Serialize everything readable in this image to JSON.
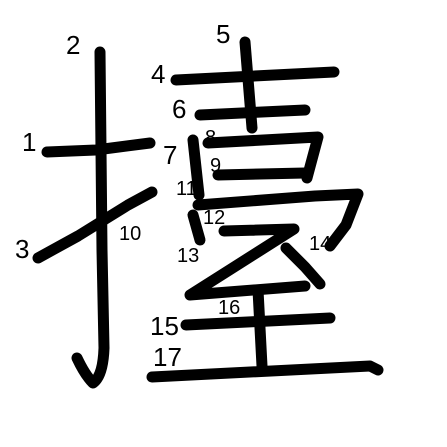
{
  "character": "擡",
  "colors": {
    "background": "#ffffff",
    "stroke": "#000000",
    "label": "#000000"
  },
  "stroke_numbers": [
    "1",
    "2",
    "3",
    "4",
    "5",
    "6",
    "7",
    "8",
    "9",
    "10",
    "11",
    "12",
    "13",
    "14",
    "15",
    "16",
    "17"
  ]
}
